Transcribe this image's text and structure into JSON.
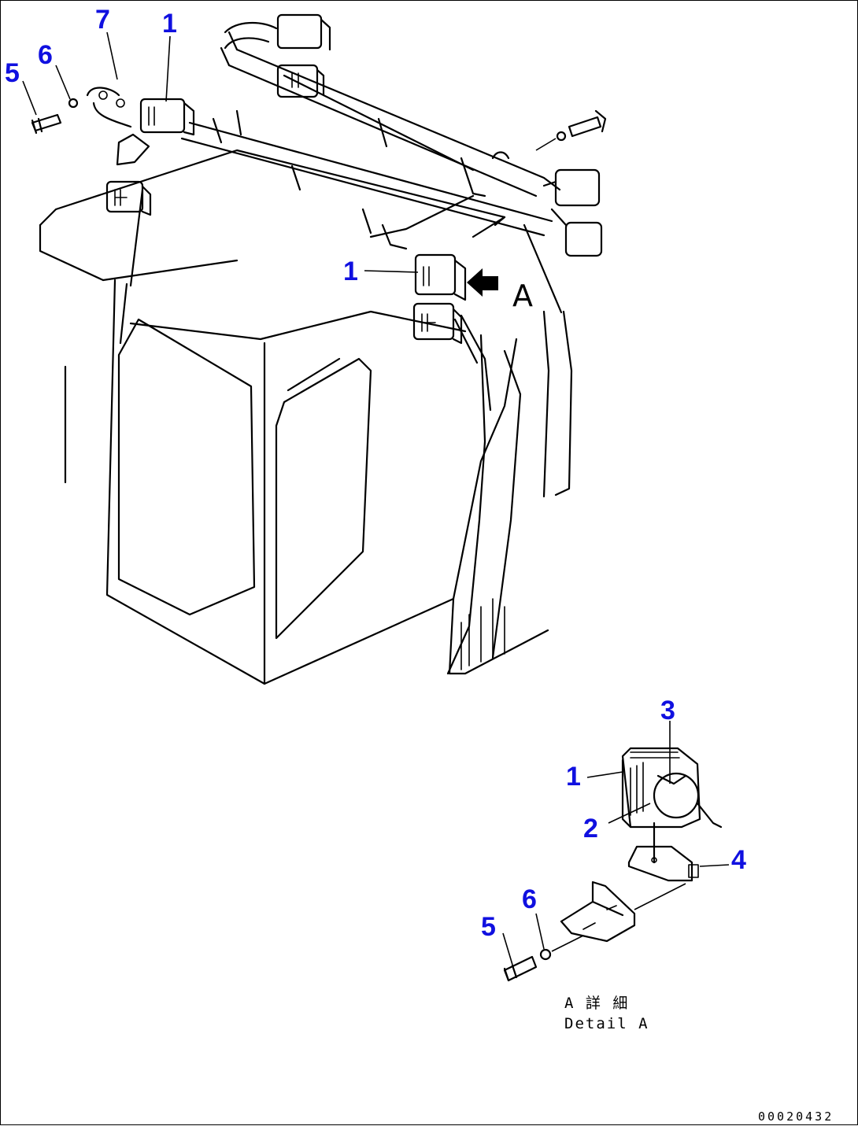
{
  "callouts": {
    "top_5": "5",
    "top_6": "6",
    "top_7": "7",
    "top_1": "1",
    "mid_1": "1",
    "detail_1": "1",
    "detail_2": "2",
    "detail_3": "3",
    "detail_4": "4",
    "detail_5": "5",
    "detail_6": "6"
  },
  "view_marker": "A",
  "detail_caption_jp": "A 詳 細",
  "detail_caption_en": "Detail A",
  "doc_number": "00020432",
  "colors": {
    "callout": "#1010e0",
    "line": "#000000"
  }
}
